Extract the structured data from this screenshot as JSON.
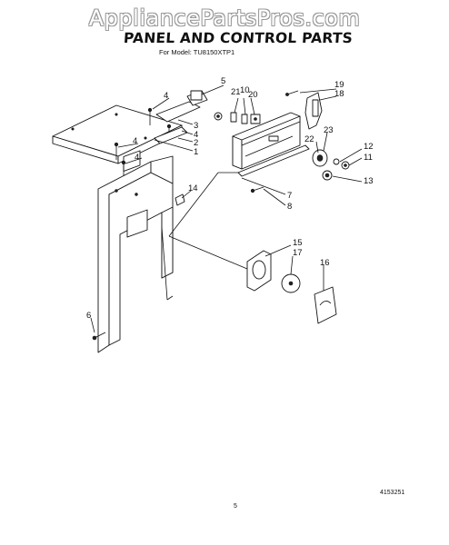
{
  "watermark": "AppliancePartsPros.com",
  "title": "PANEL AND CONTROL PARTS",
  "subtitle": "For Model: TU8150XTP1",
  "page_number": "5",
  "doc_code": "4153251",
  "callouts": {
    "c1": "1",
    "c2": "2",
    "c3": "3",
    "c4a": "4",
    "c4b": "4",
    "c4c": "4",
    "c4d": "4",
    "c5": "5",
    "c6": "6",
    "c7": "7",
    "c8": "8",
    "c10": "10",
    "c11": "11",
    "c12": "12",
    "c13": "13",
    "c14": "14",
    "c15": "15",
    "c16": "16",
    "c17": "17",
    "c18": "18",
    "c19": "19",
    "c20": "20",
    "c21": "21",
    "c22": "22",
    "c23": "23"
  }
}
